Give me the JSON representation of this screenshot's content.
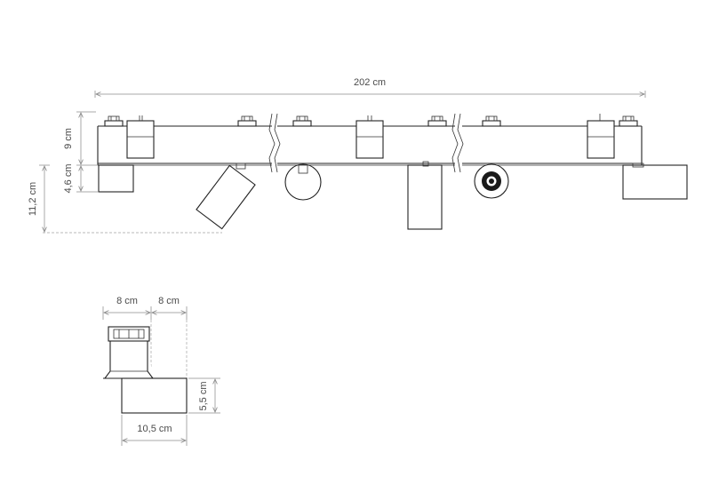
{
  "dimensions": {
    "total_length": "202 cm",
    "height_top": "9 cm",
    "height_lower": "4,6 cm",
    "height_total": "11,2 cm",
    "side_width_a": "8 cm",
    "side_width_b": "8 cm",
    "spot_height": "5,5 cm",
    "spot_length": "10,5 cm"
  },
  "colors": {
    "line": "#222222",
    "dimension": "#a8a8a8",
    "text": "#4a4a4a"
  }
}
